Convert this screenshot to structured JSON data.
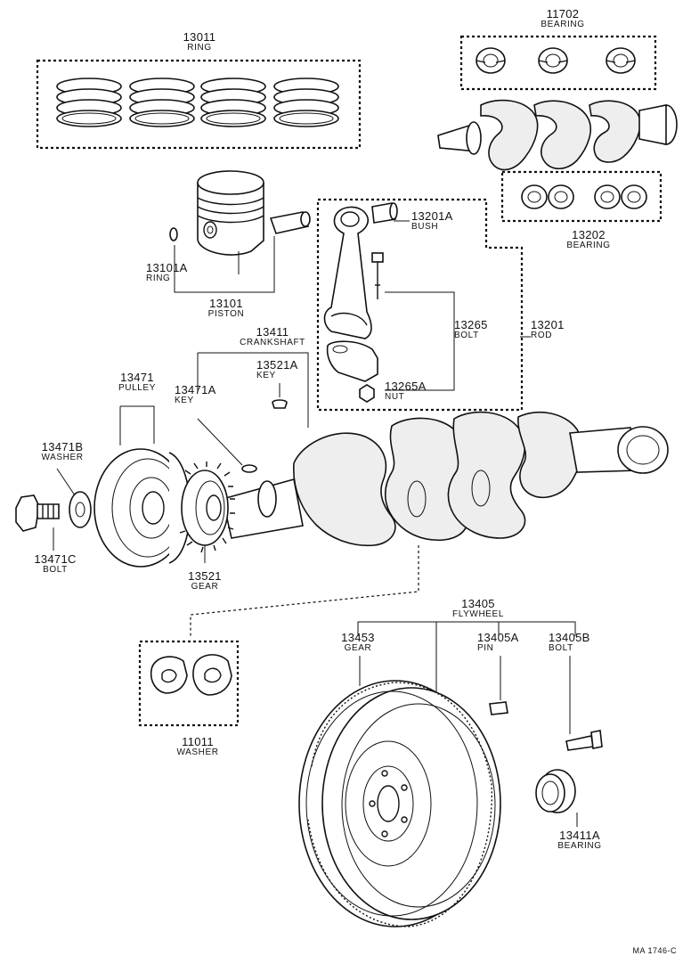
{
  "title_block": {
    "code": "MA  1746-C"
  },
  "parts": {
    "p13011": {
      "num": "13011",
      "name": "RING"
    },
    "p11702": {
      "num": "11702",
      "name": "BEARING"
    },
    "p13202": {
      "num": "13202",
      "name": "BEARING"
    },
    "p13101A": {
      "num": "13101A",
      "name": "RING"
    },
    "p13101": {
      "num": "13101",
      "name": "PISTON"
    },
    "p13201A": {
      "num": "13201A",
      "name": "BUSH"
    },
    "p13265": {
      "num": "13265",
      "name": "BOLT"
    },
    "p13201": {
      "num": "13201",
      "name": "ROD"
    },
    "p13265A": {
      "num": "13265A",
      "name": "NUT"
    },
    "p13411": {
      "num": "13411",
      "name": "CRANKSHAFT"
    },
    "p13521A": {
      "num": "13521A",
      "name": "KEY"
    },
    "p13471": {
      "num": "13471",
      "name": "PULLEY"
    },
    "p13471A": {
      "num": "13471A",
      "name": "KEY"
    },
    "p13471B": {
      "num": "13471B",
      "name": "WASHER"
    },
    "p13471C": {
      "num": "13471C",
      "name": "BOLT"
    },
    "p13521": {
      "num": "13521",
      "name": "GEAR"
    },
    "p13405": {
      "num": "13405",
      "name": "FLYWHEEL"
    },
    "p13453": {
      "num": "13453",
      "name": "GEAR"
    },
    "p13405A": {
      "num": "13405A",
      "name": "PIN"
    },
    "p13405B": {
      "num": "13405B",
      "name": "BOLT"
    },
    "p11011": {
      "num": "11011",
      "name": "WASHER"
    },
    "p13411A": {
      "num": "13411A",
      "name": "BEARING"
    }
  }
}
